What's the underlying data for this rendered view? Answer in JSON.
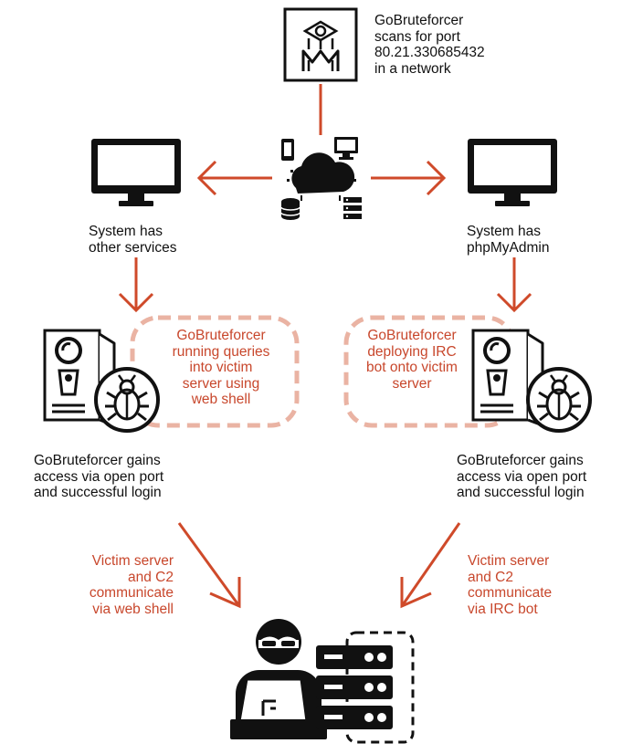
{
  "colors": {
    "accent": "#cf4a2a",
    "accent_text": "#c8472c",
    "dashed_box": "#eab3a3",
    "ink": "#111111"
  },
  "labels": {
    "scan": [
      "GoBruteforcer",
      "scans for port",
      "80.21.330685432",
      "in a network"
    ],
    "left_system": [
      "System has",
      "other services"
    ],
    "right_system": [
      "System has",
      "phpMyAdmin"
    ],
    "left_action": [
      "GoBruteforcer",
      "running queries",
      "into victim",
      "server using",
      "web shell"
    ],
    "right_action": [
      "GoBruteforcer",
      "deploying IRC",
      "bot onto victim",
      "server"
    ],
    "left_access": [
      "GoBruteforcer gains",
      "access via open port",
      "and successful login"
    ],
    "right_access": [
      "GoBruteforcer gains",
      "access via open port",
      "and successful login"
    ],
    "left_comm": [
      "Victim server",
      "and C2",
      "communicate",
      "via web shell"
    ],
    "right_comm": [
      "Victim server",
      "and C2",
      "communicate",
      "via IRC bot"
    ]
  },
  "icons": [
    "gobruteforcer-logo-icon",
    "cloud-network-icon",
    "monitor-icon",
    "server-tower-icon",
    "bug-icon",
    "hacker-icon",
    "server-rack-icon"
  ]
}
